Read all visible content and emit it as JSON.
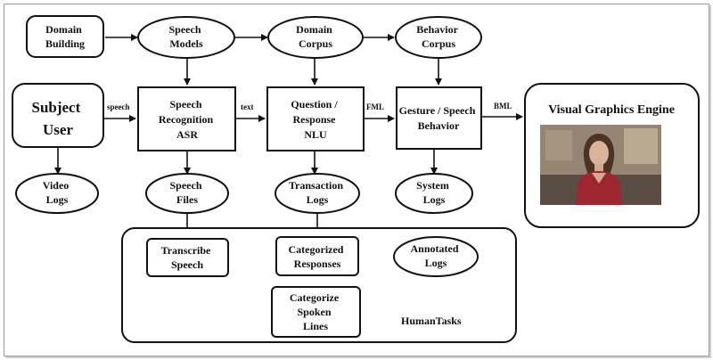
{
  "nodes": {
    "domain_building": [
      "Domain",
      "Building"
    ],
    "speech_models": [
      "Speech",
      "Models"
    ],
    "domain_corpus": [
      "Domain",
      "Corpus"
    ],
    "behavior_corpus": [
      "Behavior",
      "Corpus"
    ],
    "subject_user": [
      "Subject",
      "User"
    ],
    "speech_recognition": [
      "Speech",
      "Recognition",
      "ASR"
    ],
    "question_response": [
      "Question /",
      "Response",
      "NLU"
    ],
    "gesture_speech": [
      "Gesture / Speech",
      "Behavior"
    ],
    "visual_graphics": "Visual Graphics Engine",
    "video_logs": [
      "Video",
      "Logs"
    ],
    "speech_files": [
      "Speech",
      "Files"
    ],
    "transaction_logs": [
      "Transaction",
      "Logs"
    ],
    "system_logs": [
      "System",
      "Logs"
    ],
    "transcribe_speech": [
      "Transcribe",
      "Speech"
    ],
    "categorized_responses": [
      "Categorized",
      "Responses"
    ],
    "annotated_logs": [
      "Annotated",
      "Logs"
    ],
    "categorize_spoken": [
      "Categorize",
      "Spoken",
      "Lines"
    ],
    "human_tasks": "HumanTasks"
  },
  "edges": {
    "speech": "speech",
    "text": "text",
    "fml": "FML",
    "bml": "BML"
  },
  "colors": {
    "line": "#111111",
    "frame": "#9a9a9a",
    "photo_bg": "#8a7a6a"
  }
}
